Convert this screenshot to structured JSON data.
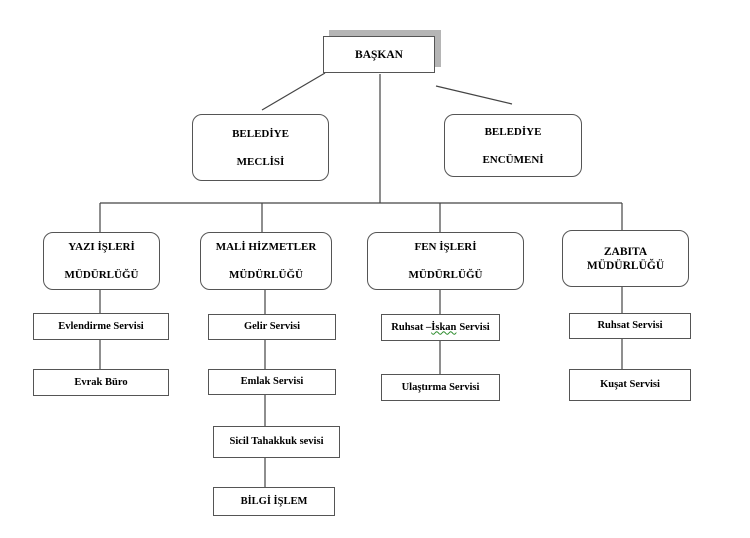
{
  "root": {
    "label": "BAŞKAN"
  },
  "council": {
    "line1": "BELEDİYE",
    "line2": "MECLİSİ"
  },
  "committee": {
    "line1": "BELEDİYE",
    "line2": "ENCÜMENİ"
  },
  "departments": [
    {
      "line1": "YAZI İŞLERİ",
      "line2": "MÜDÜRLÜĞÜ",
      "services": [
        "Evlendirme Servisi",
        "Evrak Büro"
      ]
    },
    {
      "line1": "MALİ HİZMETLER",
      "line2": "MÜDÜRLÜĞÜ",
      "services": [
        "Gelir Servisi",
        "Emlak Servisi",
        "Sicil Tahakkuk sevisi",
        "BİLGİ İŞLEM"
      ]
    },
    {
      "line1": "FEN İŞLERİ",
      "line2": "MÜDÜRLÜĞÜ",
      "services": [
        "Ruhsat –",
        "İskan",
        "Servisi",
        "Ulaştırma Servisi"
      ]
    },
    {
      "line1": "ZABITA",
      "line2": "MÜDÜRLÜĞÜ",
      "services": [
        "Ruhsat Servisi",
        "Kuşat Servisi"
      ]
    }
  ],
  "colors": {
    "line": "#444444",
    "border": "#555555",
    "shadow": "#b5b5b5",
    "spellcheck_underline": "#2a8a2a"
  }
}
